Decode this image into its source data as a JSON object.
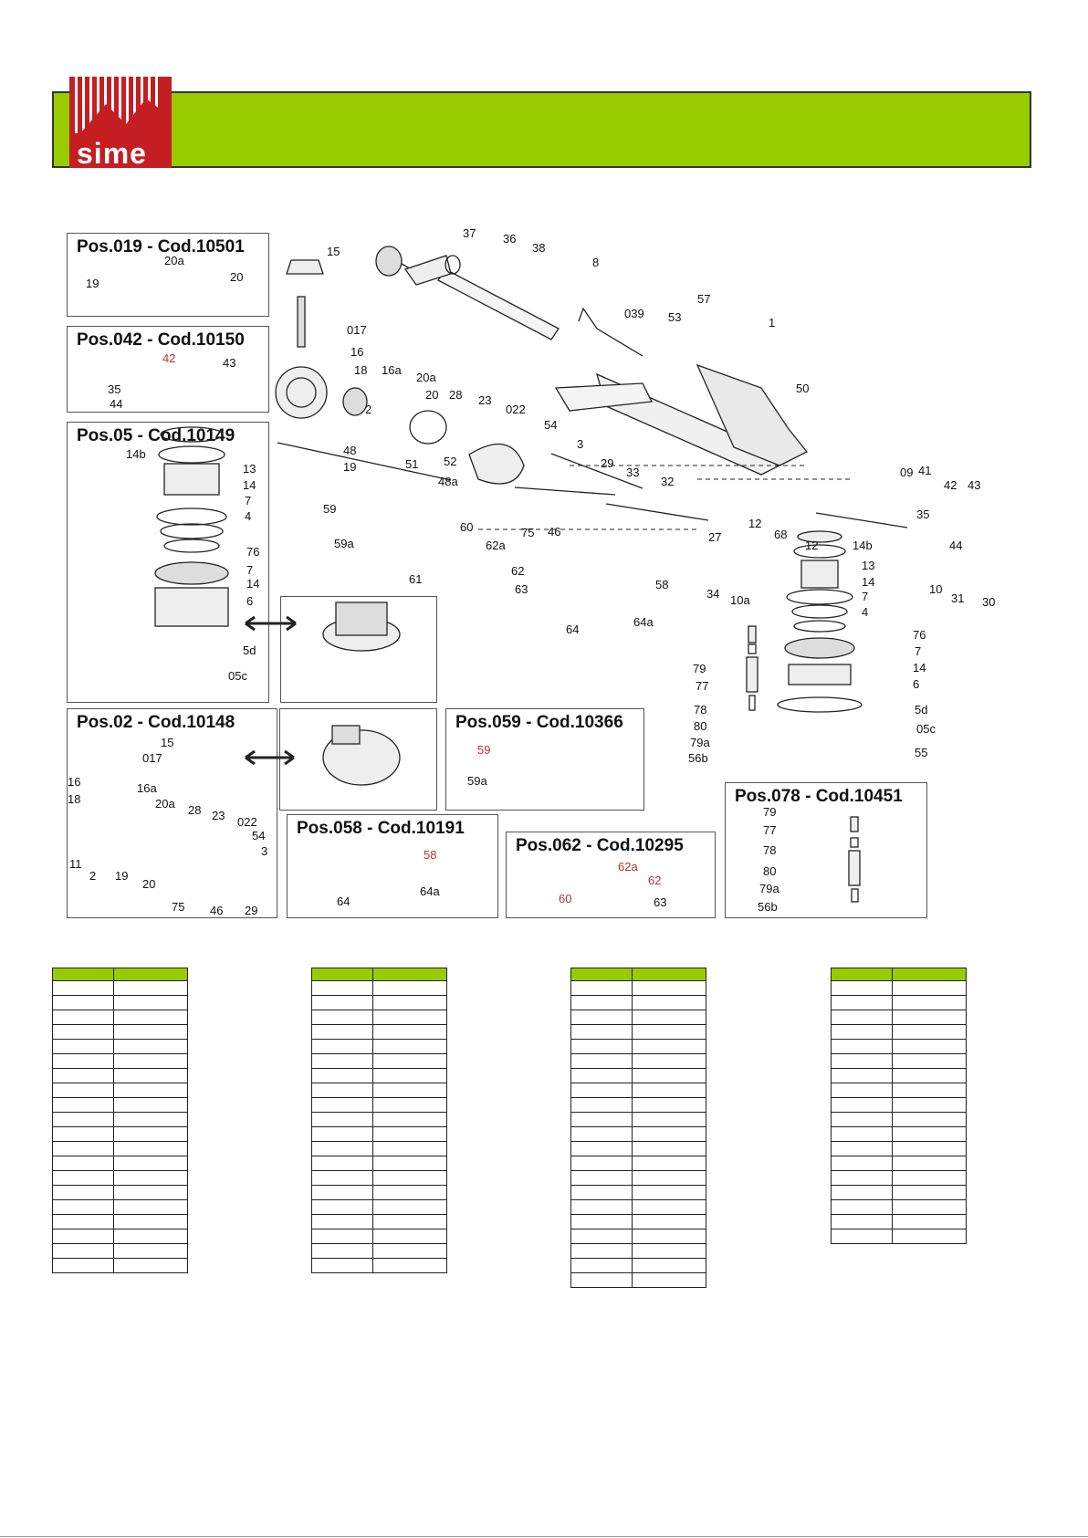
{
  "brand": {
    "logo_text": "sime"
  },
  "panels": {
    "pos019": {
      "title": "Pos.019 - Cod.10501",
      "labels": [
        "20a",
        "19",
        "20"
      ]
    },
    "pos042": {
      "title": "Pos.042 - Cod.10150",
      "labels": [
        "42",
        "43",
        "35",
        "44"
      ]
    },
    "pos05": {
      "title": "Pos.05 - Cod.10149",
      "labels": [
        "14b",
        "13",
        "14",
        "7",
        "4",
        "76",
        "7",
        "14",
        "6",
        "5d",
        "05c"
      ]
    },
    "pos02": {
      "title": "Pos.02 - Cod.10148",
      "labels": [
        "15",
        "017",
        "16",
        "16a",
        "18",
        "20a",
        "28",
        "23",
        "022",
        "54",
        "3",
        "11",
        "2",
        "19",
        "20",
        "75",
        "46",
        "29"
      ]
    },
    "pos059": {
      "title": "Pos.059 - Cod.10366",
      "labels": [
        "59",
        "59a"
      ]
    },
    "pos058": {
      "title": "Pos.058 - Cod.10191",
      "labels": [
        "58",
        "64",
        "64a"
      ]
    },
    "pos062": {
      "title": "Pos.062 - Cod.10295",
      "labels": [
        "62a",
        "62",
        "60",
        "63"
      ]
    },
    "pos078": {
      "title": "Pos.078 - Cod.10451",
      "labels": [
        "79",
        "77",
        "78",
        "80",
        "79a",
        "56b"
      ]
    }
  },
  "main_labels": {
    "top": [
      "37",
      "36",
      "38",
      "8",
      "15",
      "017",
      "16",
      "18",
      "16a",
      "2",
      "20a",
      "20",
      "28",
      "23",
      "022",
      "19",
      "54",
      "3",
      "039",
      "53",
      "57",
      "1",
      "50"
    ],
    "middle": [
      "48",
      "51",
      "52",
      "48a",
      "59",
      "59a",
      "60",
      "62a",
      "61",
      "62",
      "63",
      "75",
      "46",
      "29",
      "33",
      "32",
      "27",
      "34",
      "10a",
      "58",
      "64",
      "64a"
    ],
    "right": [
      "41",
      "42",
      "43",
      "09",
      "35",
      "44",
      "12",
      "68",
      "12",
      "14b",
      "13",
      "14",
      "7",
      "4",
      "76",
      "7",
      "14",
      "6",
      "5d",
      "05c",
      "55",
      "10",
      "31",
      "30"
    ],
    "column": [
      "79",
      "77",
      "78",
      "80",
      "79a",
      "56b"
    ]
  },
  "tables": [
    {
      "header": [
        "",
        ""
      ],
      "row_count": 20
    },
    {
      "header": [
        "",
        ""
      ],
      "row_count": 20
    },
    {
      "header": [
        "",
        ""
      ],
      "row_count": 21
    },
    {
      "header": [
        "",
        ""
      ],
      "row_count": 18
    }
  ],
  "colors": {
    "accent": "#99cc00",
    "logo_red": "#c41e22",
    "label_red": "#c03030"
  }
}
